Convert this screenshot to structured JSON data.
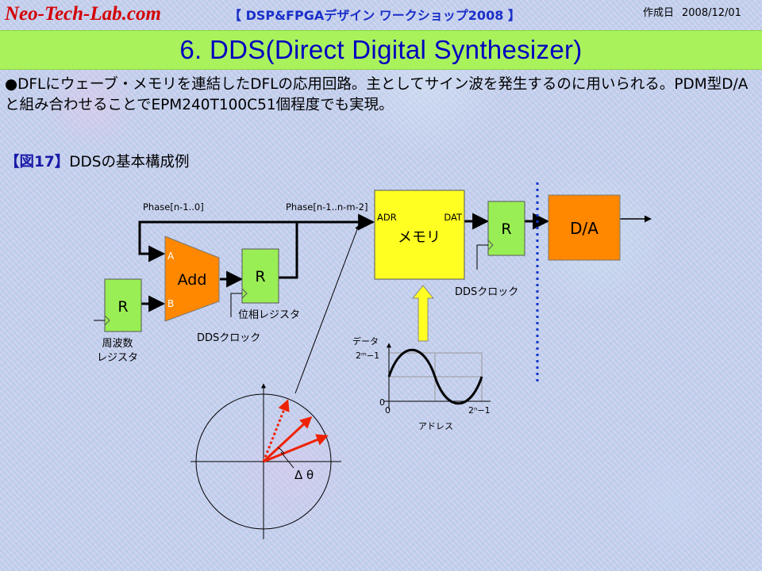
{
  "header": {
    "logo": "Neo-Tech-Lab.com",
    "title": "【 DSP&FPGAデザイン ワークショップ2008 】",
    "created_label": "作成日",
    "created_date": "2008/12/01"
  },
  "title": "6. DDS(Direct Digital Synthesizer)",
  "body": {
    "paragraph": "●DFLにウェーブ・メモリを連結したDFLの応用回路。主としてサイン波を発生するのに用いられる。PDM型D/Aと組み合わせることでEPM240T100C51個程度でも実現。"
  },
  "figure": {
    "label": "【図17】",
    "caption": "DDSの基本構成例"
  },
  "diagram": {
    "blocks": {
      "freq_register": "R",
      "adder": "Add",
      "adder_input_a": "A",
      "adder_input_b": "B",
      "phase_register": "R",
      "memory": "メモリ",
      "memory_adr": "ADR",
      "memory_dat": "DAT",
      "output_register": "R",
      "dac": "D/A"
    },
    "labels": {
      "phase_full": "Phase[n-1..0]",
      "phase_trunc": "Phase[n-1..n-m-2]",
      "freq_register_1": "周波数",
      "freq_register_2": "レジスタ",
      "phase_register": "位相レジスタ",
      "clock_1": "DDSクロック",
      "clock_2": "DDSクロック",
      "delta_theta": "Δ θ"
    },
    "inset": {
      "ylabel": "データ",
      "xlabel": "アドレス",
      "y_max": "2ᵐ−1",
      "y_min": "0",
      "x_min": "0",
      "x_max": "2ⁿ−1"
    },
    "colors": {
      "register_fill": "#99ee55",
      "adder_fill": "#ff8800",
      "memory_fill": "#ffff22",
      "dac_fill": "#ff8800",
      "arrow_red": "#ee2200",
      "divider_blue": "#1133cc"
    }
  }
}
